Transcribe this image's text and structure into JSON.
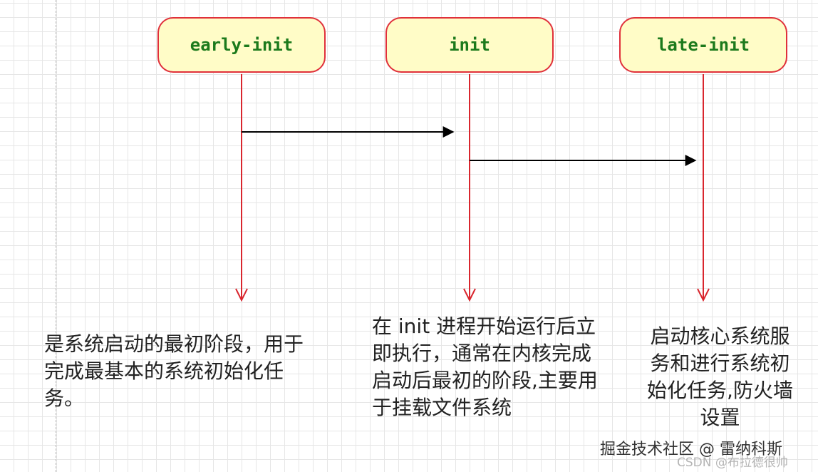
{
  "nodes": [
    {
      "label": "early-init"
    },
    {
      "label": "init"
    },
    {
      "label": "late-init"
    }
  ],
  "descriptions": [
    "是系统启动的最初阶段，用于完成最基本的系统初始化任务。",
    "在 init 进程开始运行后立即执行，通常在内核完成启动后最初的阶段,主要用于挂载文件系统",
    "启动核心系统服务和进行系统初始化任务,防火墙设置"
  ],
  "watermark": {
    "main": "掘金技术社区 @ 雷纳科斯",
    "sub": "CSDN @布拉德很帅"
  },
  "colors": {
    "node_fill": "#fffcc7",
    "node_border": "#e0303a",
    "node_text": "#1c7a1c",
    "lifeline": "#d9262e",
    "message_arrow": "#000000"
  }
}
